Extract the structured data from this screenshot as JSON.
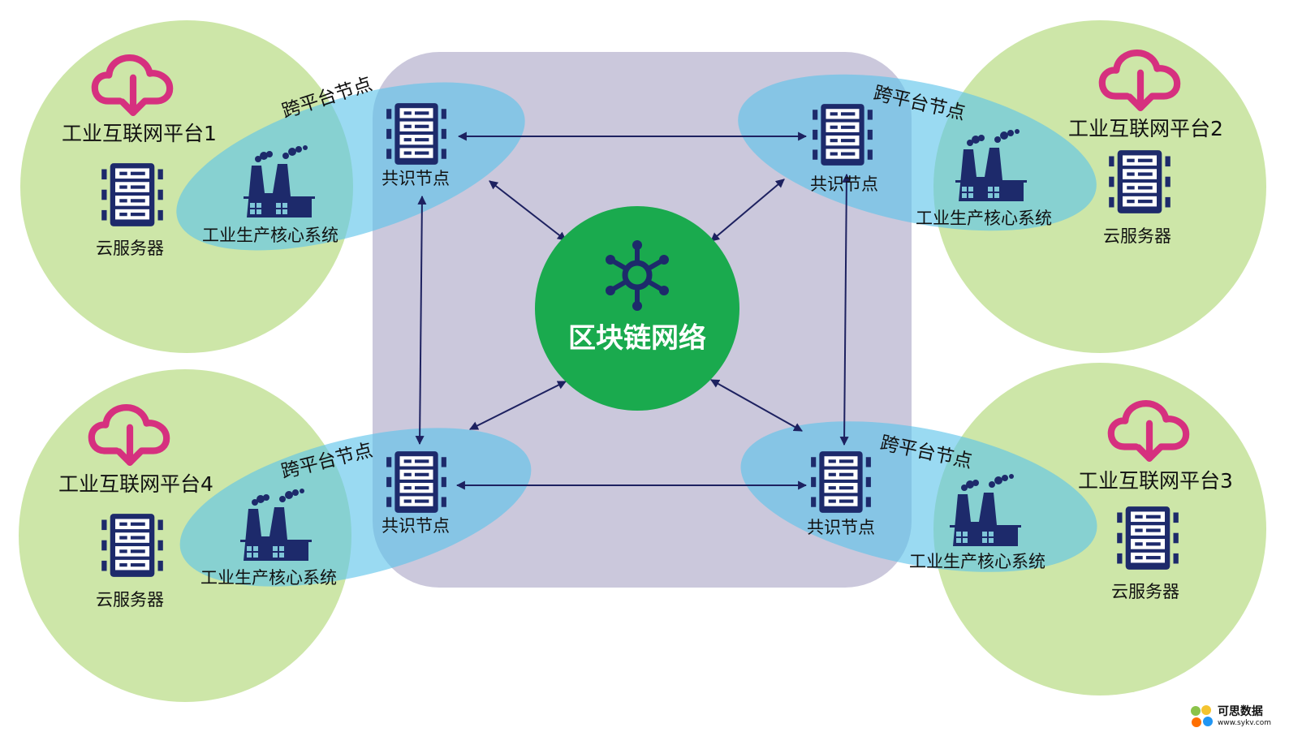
{
  "center": {
    "title": "区块链网络",
    "icon": "network-hub-icon"
  },
  "platforms": [
    {
      "name": "工业互联网平台1",
      "cloud_server_label": "云服务器",
      "core_system_label": "工业生产核心系统",
      "consensus_label": "共识节点",
      "cross_node_label": "跨平台节点"
    },
    {
      "name": "工业互联网平台2",
      "cloud_server_label": "云服务器",
      "core_system_label": "工业生产核心系统",
      "consensus_label": "共识节点",
      "cross_node_label": "跨平台节点"
    },
    {
      "name": "工业互联网平台3",
      "cloud_server_label": "云服务器",
      "core_system_label": "工业生产核心系统",
      "consensus_label": "共识节点",
      "cross_node_label": "跨平台节点"
    },
    {
      "name": "工业互联网平台4",
      "cloud_server_label": "云服务器",
      "core_system_label": "工业生产核心系统",
      "consensus_label": "共识节点",
      "cross_node_label": "跨平台节点"
    }
  ],
  "icons": {
    "cloud": "cloud-download-icon",
    "server": "server-rack-icon",
    "factory": "factory-icon"
  },
  "colors": {
    "platform_circle": "#cde6a8",
    "blockchain_region": "#cbc8dc",
    "cross_node_ellipse": "#5cc3ea",
    "center_circle": "#1aaa4e",
    "icon_navy": "#1d2a6b",
    "cloud_pink": "#d6307f",
    "arrow": "#1d2160"
  },
  "watermark": {
    "name": "可思数据",
    "url": "www.sykv.com"
  }
}
